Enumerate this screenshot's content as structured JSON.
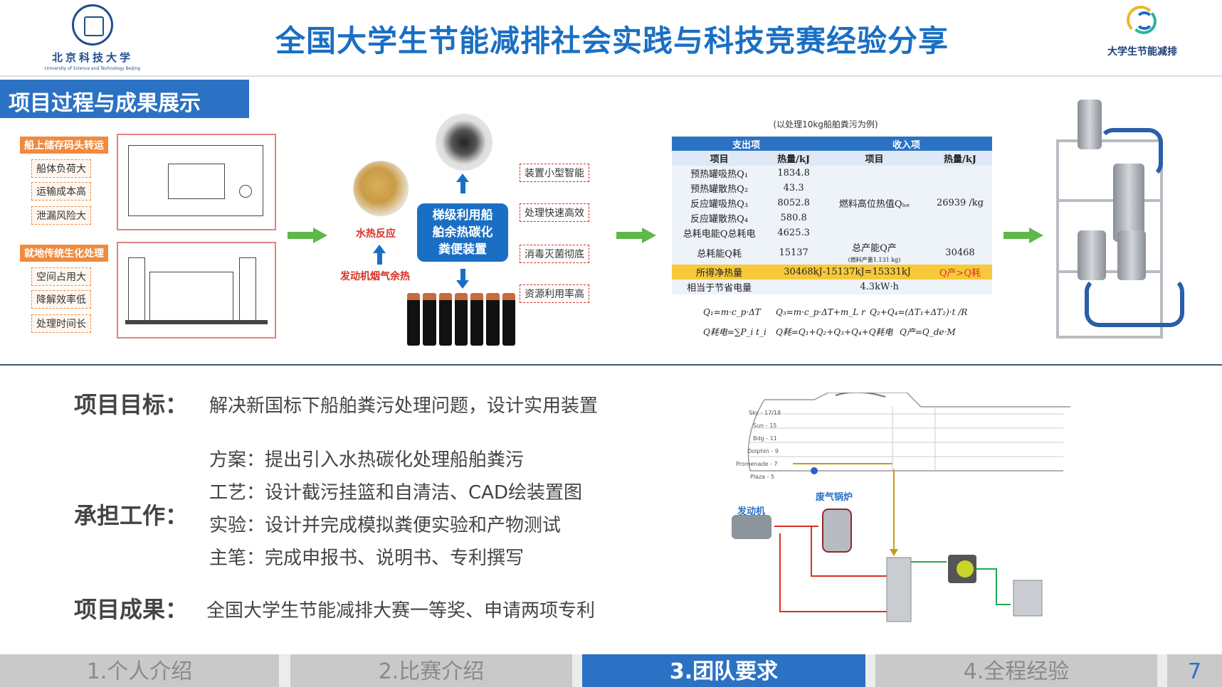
{
  "header": {
    "title": "全国大学生节能减排社会实践与科技竞赛经验分享",
    "left_logo_text": "北京科技大学",
    "left_logo_en": "University of Science and Technology Beijing",
    "right_logo_text": "大学生节能减排"
  },
  "section": {
    "label": "项目过程与成果展示"
  },
  "left_panel": {
    "group1_title": "船上储存码头转运",
    "group1_items": [
      "船体负荷大",
      "运输成本高",
      "泄漏风险大"
    ],
    "group2_title": "就地传统生化处理",
    "group2_items": [
      "空间占用大",
      "降解效率低",
      "处理时间长"
    ]
  },
  "center_panel": {
    "device_name": "梯级利用船舶余热碳化粪便装置",
    "device_lines": [
      "梯级利用船",
      "舶余热碳化",
      "粪便装置"
    ],
    "reaction_label": "水热反应",
    "heat_source_label": "发动机烟气余热",
    "features": [
      "装置小型智能",
      "处理快速高效",
      "消毒灭菌彻底",
      "资源利用率高"
    ]
  },
  "heat_table": {
    "caption": "(以处理10kg船舶粪污为例)",
    "group_headers": [
      "支出项",
      "收入项"
    ],
    "col_headers": [
      "项目",
      "热量/kJ",
      "项目",
      "热量/kJ"
    ],
    "rows": [
      [
        "预热罐吸热Q₁",
        "1834.8",
        "",
        ""
      ],
      [
        "预热罐散热Q₂",
        "43.3",
        "",
        ""
      ],
      [
        "反应罐吸热Q₃",
        "8052.8",
        "燃料高位热值Qₕₑ",
        "26939 /kg"
      ],
      [
        "反应罐散热Q₄",
        "580.8",
        "",
        ""
      ],
      [
        "总耗电能Q总耗电",
        "4625.3",
        "",
        ""
      ],
      [
        "总耗能Q耗",
        "15137",
        "总产能Q产",
        "30468"
      ]
    ],
    "fuel_note": "(燃料产量1.131 kg)",
    "net_row": [
      "所得净热量",
      "30468kJ-15137kJ=15331kJ",
      "Q产>Q耗"
    ],
    "save_row": [
      "相当于节省电量",
      "4.3kW·h"
    ],
    "formulas": [
      "Q₁=m·c_p·ΔT",
      "Q₃=m·c_p·ΔT+m_L r",
      "Q₂+Q₄=(ΔT₁+ΔT₂)·t /R",
      "Q耗电=∑P_i t_i",
      "Q耗=Q₁+Q₂+Q₃+Q₄+Q耗电",
      "Q产=Q_de·M"
    ]
  },
  "lower": {
    "goal_label": "项目目标：",
    "goal_text": "解决新国标下船舶粪污处理问题，设计实用装置",
    "work_label": "承担工作：",
    "work_items": [
      "方案：提出引入水热碳化处理船舶粪污",
      "工艺：设计截污挂篮和自清洁、CAD绘装置图",
      "实验：设计并完成模拟粪便实验和产物测试",
      "主笔：完成申报书、说明书、专利撰写"
    ],
    "result_label": "项目成果：",
    "result_text": "全国大学生节能减排大赛一等奖、申请两项专利"
  },
  "ship_diagram": {
    "decks": [
      "Sky - 17/18",
      "Sun - 15",
      "Bdg - 11",
      "Dolphin - 9",
      "Promenade - 7",
      "Plaza - 5"
    ],
    "engine_label": "发动机",
    "boiler_label": "废气锅炉"
  },
  "footer": {
    "tabs": [
      "1.个人介绍",
      "2.比赛介绍",
      "3.团队要求",
      "4.全程经验"
    ],
    "active_index": 2,
    "page_number": "7"
  },
  "colors": {
    "primary_blue": "#2b72c4",
    "title_blue": "#1a6fc4",
    "accent_orange": "#f08a3c",
    "arrow_green": "#5fb84a",
    "highlight_yellow": "#f7c93a"
  }
}
